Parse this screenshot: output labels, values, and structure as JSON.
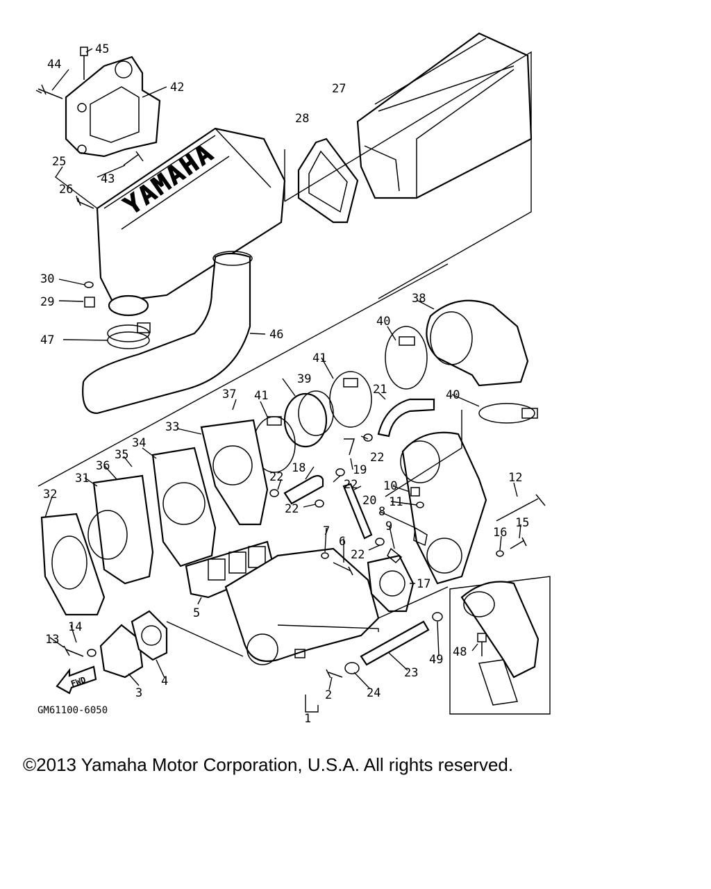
{
  "diagram": {
    "drawing_code": "GM61100-6050",
    "fwd_label": "FWD",
    "brand_text": "YAMAHA",
    "part_numbers": [
      "1",
      "2",
      "3",
      "4",
      "5",
      "6",
      "7",
      "8",
      "9",
      "10",
      "11",
      "12",
      "13",
      "14",
      "15",
      "16",
      "17",
      "18",
      "19",
      "20",
      "21",
      "22",
      "23",
      "24",
      "25",
      "26",
      "27",
      "28",
      "29",
      "30",
      "31",
      "32",
      "33",
      "34",
      "35",
      "36",
      "37",
      "38",
      "39",
      "40",
      "41",
      "42",
      "43",
      "44",
      "45",
      "46",
      "47",
      "48",
      "49"
    ]
  },
  "footer": {
    "copyright": "©2013 Yamaha Motor Corporation, U.S.A. All rights reserved."
  }
}
